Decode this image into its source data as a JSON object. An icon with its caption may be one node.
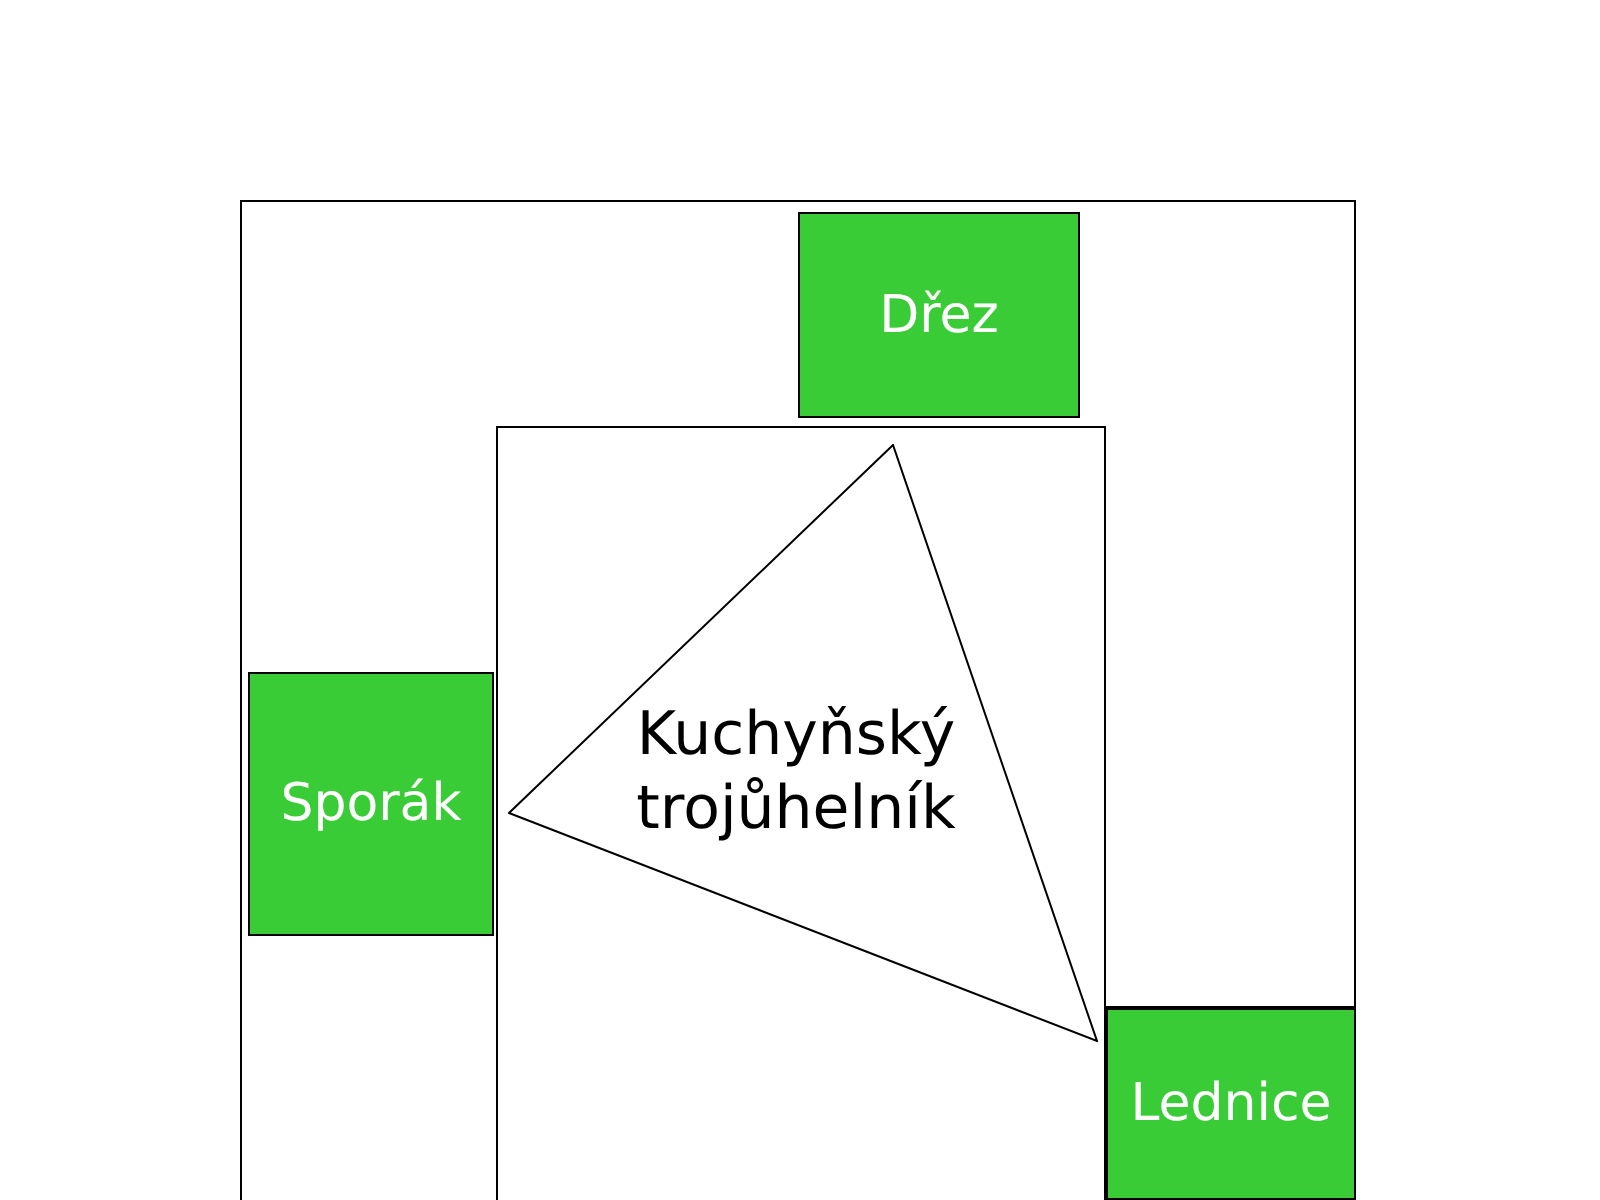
{
  "diagram": {
    "nodes": [
      {
        "text": [
          "Dřez"
        ]
      },
      {
        "text": [
          "Sporák"
        ]
      },
      {
        "text": [
          "Kuchyňský trojůhelník"
        ]
      },
      {
        "text": [
          "Lednice"
        ]
      }
    ]
  }
}
